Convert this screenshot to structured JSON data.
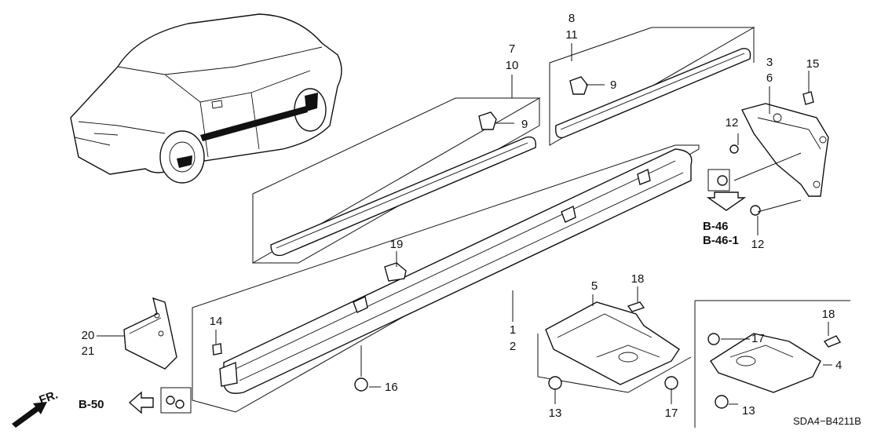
{
  "diagram": {
    "callouts": {
      "c7": "7",
      "c10": "10",
      "c8": "8",
      "c11": "11",
      "c9a": "9",
      "c9b": "9",
      "c3": "3",
      "c6": "6",
      "c15": "15",
      "c12a": "12",
      "c12b": "12",
      "c19": "19",
      "c5": "5",
      "c18a": "18",
      "c18b": "18",
      "c1": "1",
      "c2": "2",
      "c14": "14",
      "c20": "20",
      "c21": "21",
      "c16": "16",
      "c13a": "13",
      "c13b": "13",
      "c17a": "17",
      "c17b": "17",
      "c4": "4"
    },
    "refs": {
      "b46": "B-46",
      "b461": "B-46-1",
      "b50": "B-50",
      "fr": "FR."
    },
    "code": "SDA4−B4211B"
  }
}
